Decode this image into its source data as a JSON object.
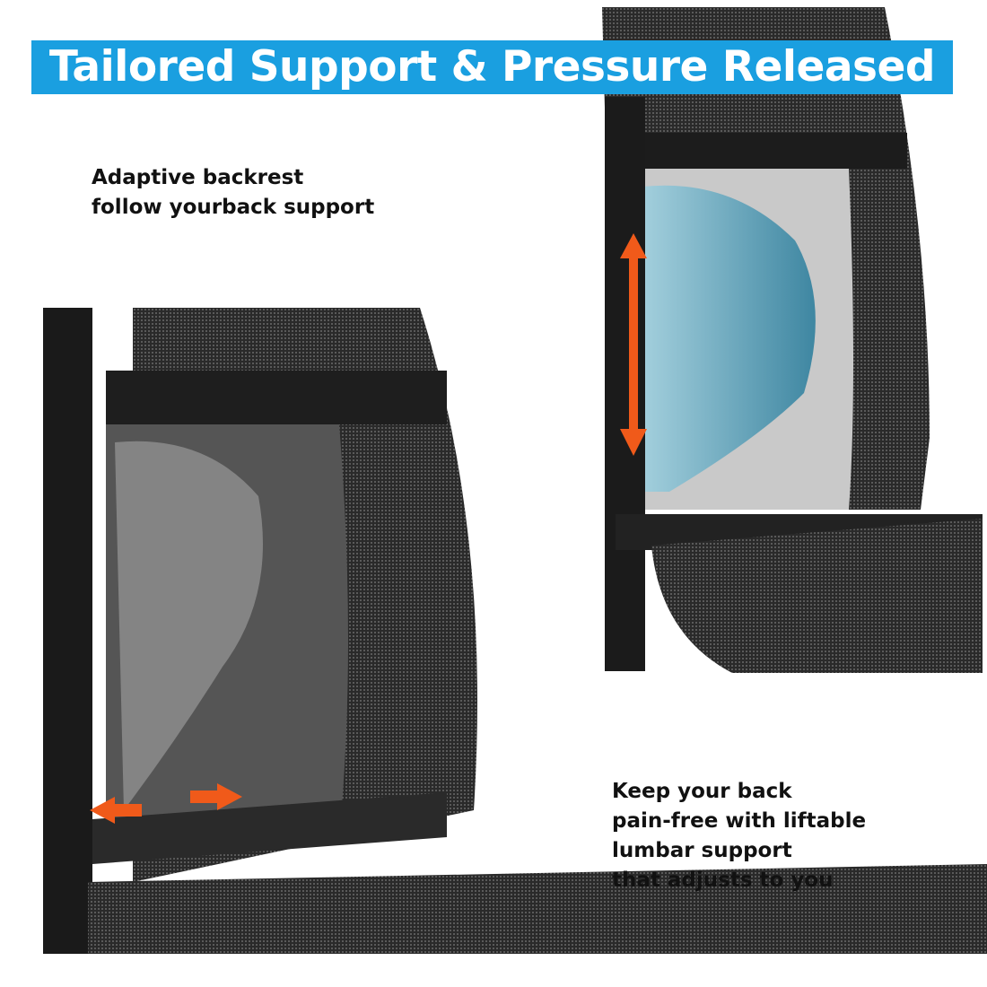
{
  "banner": {
    "title": "Tailored Support & Pressure Released",
    "color": "#1a9fe0"
  },
  "captions": {
    "adaptive": "Adaptive backrest\nfollow yourback support",
    "lumbar": "Keep your back\npain-free with liftable\nlumbar support\nthat adjusts to you"
  },
  "colors": {
    "arrow": "#f05a1a",
    "lumbar_pad": "#5fa7bf"
  }
}
